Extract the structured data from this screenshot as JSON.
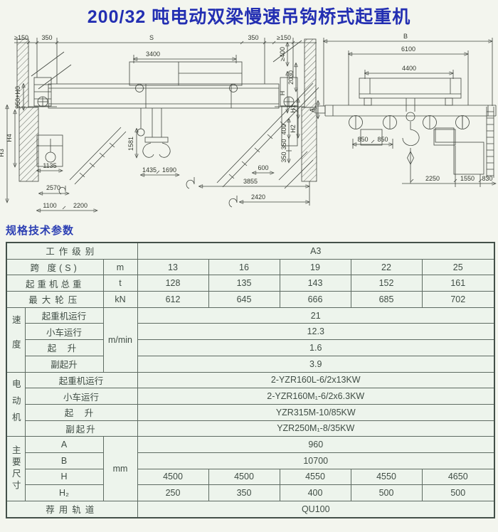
{
  "page": {
    "title": "200/32 吨电动双梁慢速吊钩桥式起重机",
    "section_heading": "规格技术参数"
  },
  "drawing": {
    "front_view": {
      "dims": {
        "ge150_l": "≥150",
        "d350_l": "350",
        "span_s": "S",
        "d3400": "3400",
        "d350_r": "350",
        "ge150_r": "≥150",
        "ge400": "≥400",
        "d2030": "2030",
        "h": "H",
        "h1": "H1",
        "h2": "H2",
        "d400": "400",
        "d350a": "350",
        "d350b": "350",
        "d950h0": "950+H0",
        "h4": "H4",
        "h3": "H3",
        "d1581": "1581",
        "d1135": "1135",
        "d2570": "2570",
        "d1100": "1100",
        "d2200": "2200",
        "d1435": "1435",
        "d1690": "1690",
        "d600": "600",
        "d3855": "3855",
        "d2420": "2420"
      }
    },
    "end_view": {
      "dims": {
        "b": "B",
        "d6100": "6100",
        "d4400": "4400",
        "a": "A",
        "d850a": "850",
        "d850b": "850",
        "d2250": "2250",
        "d1550": "1550",
        "d830": "830"
      }
    }
  },
  "table": {
    "grade": {
      "label": "工作级别",
      "value": "A3"
    },
    "spec_rows": [
      {
        "label": "跨 度(S)",
        "unit": "m",
        "values": [
          "13",
          "16",
          "19",
          "22",
          "25"
        ]
      },
      {
        "label": "起重机总重",
        "unit": "t",
        "values": [
          "128",
          "135",
          "143",
          "152",
          "161"
        ]
      },
      {
        "label": "最大轮压",
        "unit": "kN",
        "values": [
          "612",
          "645",
          "666",
          "685",
          "702"
        ]
      }
    ],
    "speed": {
      "group": "速度",
      "unit": "m/min",
      "rows": [
        {
          "label": "起重机运行",
          "value": "21"
        },
        {
          "label": "小车运行",
          "value": "12.3"
        },
        {
          "label": "起 升",
          "value": "1.6"
        },
        {
          "label": "副起升",
          "value": "3.9"
        }
      ]
    },
    "motor": {
      "group": "电动机",
      "rows": [
        {
          "label": "起重机运行",
          "value": "2-YZR160L-6/2x13KW"
        },
        {
          "label": "小车运行",
          "value": "2-YZR160M₁-6/2x6.3KW"
        },
        {
          "label": "起 升",
          "value": "YZR315M-10/85KW"
        },
        {
          "label": "副起升",
          "value": "YZR250M₁-8/35KW"
        }
      ]
    },
    "main_dims": {
      "group": "主要尺寸",
      "unit": "mm",
      "rows_merged": [
        {
          "label": "A",
          "value": "960"
        },
        {
          "label": "B",
          "value": "10700"
        }
      ],
      "rows_split": [
        {
          "label": "H",
          "values": [
            "4500",
            "4500",
            "4550",
            "4550",
            "4650"
          ]
        },
        {
          "label": "H₂",
          "values": [
            "250",
            "350",
            "400",
            "500",
            "500"
          ]
        }
      ]
    },
    "rail": {
      "label": "荐用轨道",
      "value": "QU100"
    }
  }
}
